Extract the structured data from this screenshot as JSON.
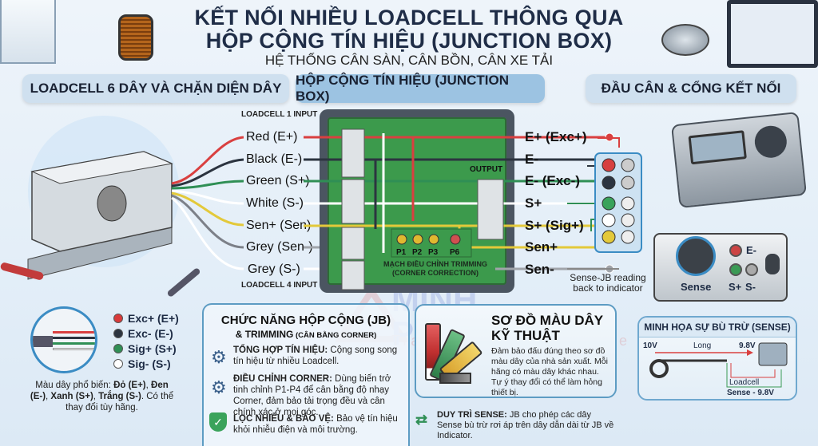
{
  "title": {
    "line1": "KẾT NỐI NHIỀU LOADCELL THÔNG QUA",
    "line2": "HỘP CỘNG TÍN HIỆU (JUNCTION BOX)",
    "subtitle": "HỆ THỐNG CÂN SÀN, CÂN BỒN, CÂN XE TẢI"
  },
  "sections": {
    "left": "LOADCELL 6 DÂY VÀ CHẶN DIỆN DÂY",
    "middle": "HỘP CỘNG TÍN HIỆU (JUNCTION BOX)",
    "right": "ĐẦU CÂN & CỔNG KẾT NỐI"
  },
  "loadcell": {
    "input_top": "LOADCELL 1 INPUT",
    "input_bottom": "LOADCELL 4 INPUT",
    "wires": [
      {
        "label": "Red (E+)",
        "color": "#d94040"
      },
      {
        "label": "Black (E-)",
        "color": "#2c3440"
      },
      {
        "label": "Green (S+)",
        "color": "#2f8f55"
      },
      {
        "label": "White (S-)",
        "color": "#ffffff"
      },
      {
        "label": "Sen+ (Sen)",
        "color": "#e3c93a"
      },
      {
        "label": "Grey (Sen-)",
        "color": "#7c8088"
      },
      {
        "label": "Grey (S-)",
        "color": "#f4f4f4"
      }
    ]
  },
  "junction_box": {
    "output_label": "OUTPUT",
    "pots": [
      "P1",
      "P2",
      "P3",
      "P6"
    ],
    "trimming_line1": "MẠCH ĐIỀU CHỈNH TRIMMING",
    "trimming_line2": "(CORNER CORRECTION)"
  },
  "outputs": [
    {
      "label": "E+ (Exc+)",
      "color": "#d94040"
    },
    {
      "label": "E-",
      "color": "#2c3440"
    },
    {
      "label": "E- (Exc-)",
      "color": "#2f8f55"
    },
    {
      "label": "S+",
      "color": "#ffffff"
    },
    {
      "label": "S+ (Sig+)",
      "color": "#e3c93a"
    },
    {
      "label": "Sen+",
      "color": "#e3c93a"
    },
    {
      "label": "Sen-",
      "color": "#a0a4aa"
    }
  ],
  "sense_note": "Sense-JB reading back to indicator",
  "indicator_port": {
    "sense": "Sense",
    "e_minus": "E-",
    "s_plus": "S+",
    "s_minus": "S-"
  },
  "sense_demo": {
    "title": "MINH HỌA SỰ BÙ TRỪ (SENSE)",
    "v_start": "10V",
    "long": "Long",
    "v_end": "9.8V",
    "loadcell": "Loadcell",
    "sense": "Sense - 9.8V"
  },
  "legend": {
    "items": [
      {
        "label": "Exc+ (E+)",
        "color": "#d93a3a"
      },
      {
        "label": "Exc- (E-)",
        "color": "#2c3440"
      },
      {
        "label": "Sig+ (S+)",
        "color": "#2f8f55"
      },
      {
        "label": "Sig- (S-)",
        "color": "#ffffff"
      }
    ],
    "desc_prefix": "Màu dây phổ biến: ",
    "desc_red": "Đỏ (E+)",
    "desc_sep1": ", ",
    "desc_black": "Đen (E-)",
    "desc_sep2": ", ",
    "desc_green": "Xanh (S+)",
    "desc_sep3": ", ",
    "desc_white": "Trắng (S-)",
    "desc_suffix": ". Có thể thay đổi tùy hãng."
  },
  "functions": {
    "title": "CHỨC NĂNG HỘP CỘNG (JB)",
    "subtitle_bold": "& TRIMMING",
    "subtitle_rest": " (CÂN BẰNG CORNER)",
    "items": [
      {
        "icon": "gear-icon",
        "head": "TỔNG HỢP TÍN HIỆU:",
        "text": " Cộng song song tín hiệu từ nhiều Loadcell."
      },
      {
        "icon": "gear-slash-icon",
        "head": "ĐIỀU CHỈNH CORNER:",
        "text": " Dùng biến trở tinh chỉnh P1-P4 để cân bằng độ nhạy Corner, đảm bảo tải trọng đều và cân chính xác ở mọi góc."
      },
      {
        "icon": "shield-check-icon",
        "head": "LỌC NHIỄU & BẢO VỆ:",
        "text": " Bảo vệ tín hiệu khỏi nhiễu điện và môi trường."
      }
    ]
  },
  "color_chart": {
    "title1": "SƠ ĐỒ MÀU DÂY",
    "title2": "KỸ THUẬT",
    "text": "Đảm bảo đấu đúng theo sơ đồ màu dây của nhà sản xuất. Mỗi hãng có màu dây khác nhau. Tự ý thay đổi có thể làm hỏng thiết bị."
  },
  "sense_keep": {
    "head": "DUY TRÌ SENSE:",
    "text": " JB cho phép các dây Sense bù trừ rơi áp trên dây dẫn dài từ JB về Indicator."
  },
  "watermark": {
    "brand": "MINH PHÚC",
    "tagline": "Trade · Technic · Service",
    "color": "#d94a4a"
  }
}
